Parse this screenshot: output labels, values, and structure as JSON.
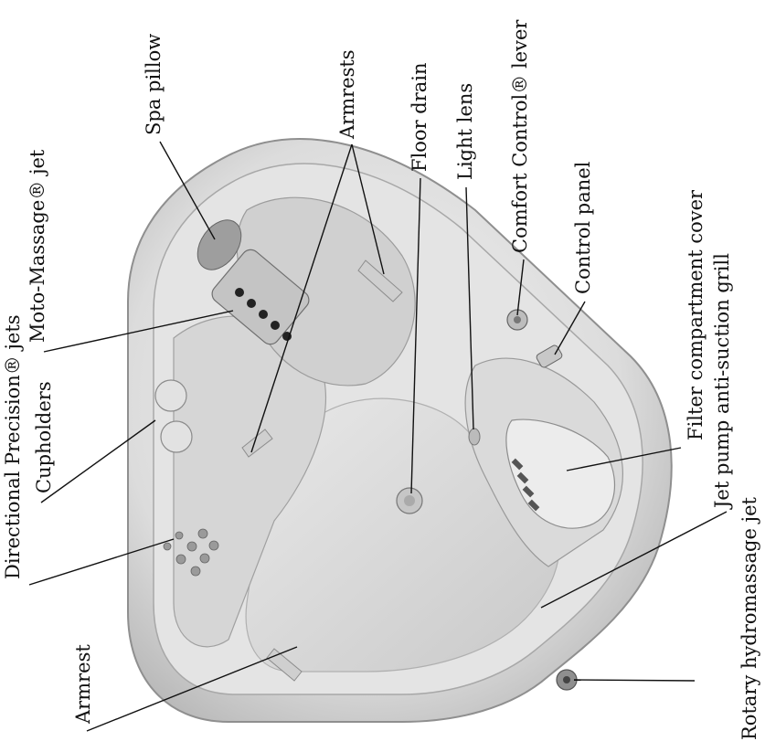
{
  "labels": {
    "spa_pillow": "Spa pillow",
    "armrests": "Armrests",
    "floor_drain": "Floor drain",
    "light_lens": "Light lens",
    "comfort_control_lever": "Comfort Control® lever",
    "control_panel": "Control panel",
    "filter_compartment_cover": "Filter compartment cover",
    "jet_pump_grill": "Jet pump anti-suction grill",
    "rotary_jet": "Rotary hydromassage jet",
    "armrest": "Armrest",
    "directional_jets": "Directional Precision® jets",
    "cupholders": "Cupholders",
    "moto_massage_jet": "Moto-Massage® jet"
  },
  "colors": {
    "shell": "#d9d9d9",
    "shell_light": "#eeeeee",
    "shell_dark": "#9a9a9a",
    "label_text": "#111111"
  }
}
